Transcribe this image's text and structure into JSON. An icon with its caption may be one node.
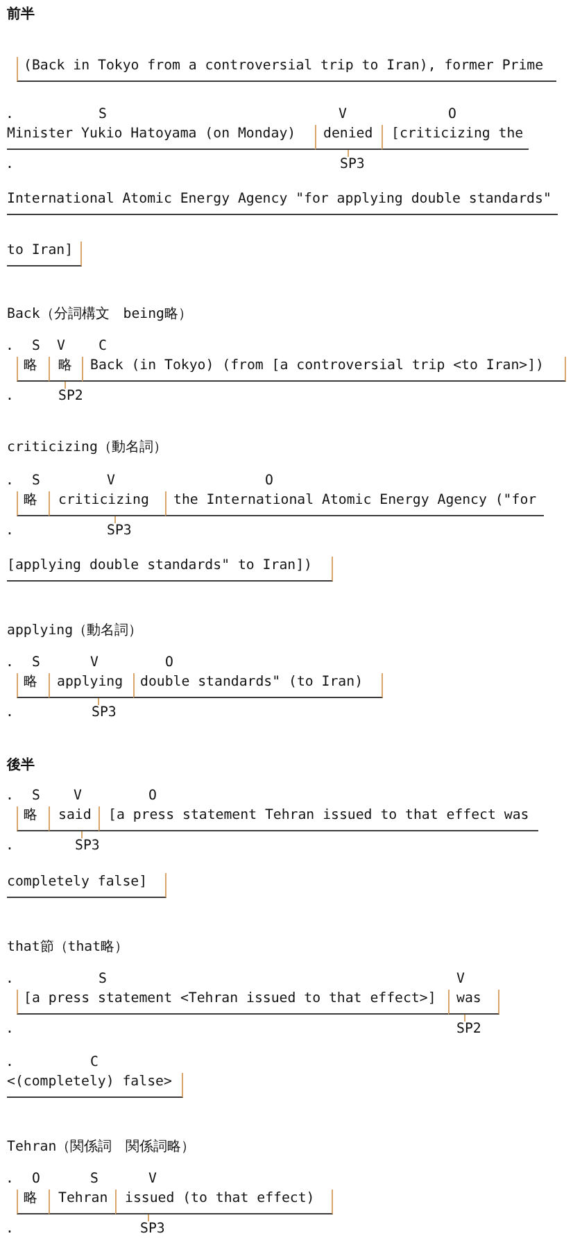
{
  "diagram": {
    "nodes": [
      {
        "text": [
          "(Back in Tokyo from a controversial trip to Iran), former Prime"
        ]
      },
      {
        "text": [
          "Minister Yukio Hatoyama (on Monday)"
        ],
        "beside": [
          "S"
        ]
      },
      {
        "text": [
          "denied"
        ],
        "beside": [
          "V"
        ]
      },
      {
        "text": [
          "[criticizing the"
        ],
        "beside": [
          "O"
        ]
      },
      {
        "text": [
          "SP3"
        ]
      },
      {
        "text": [
          "International Atomic Energy Agency \"for applying double standards\""
        ]
      },
      {
        "text": [
          "to Iran]"
        ]
      },
      {
        "text": [
          "略"
        ],
        "beside": [
          "S"
        ]
      },
      {
        "text": [
          "略"
        ],
        "beside": [
          "V"
        ]
      },
      {
        "text": [
          "Back (in Tokyo) (from [a controversial trip <to Iran>])"
        ],
        "beside": [
          "C"
        ]
      },
      {
        "text": [
          "SP2"
        ]
      },
      {
        "text": [
          "略"
        ],
        "beside": [
          "S"
        ]
      },
      {
        "text": [
          "criticizing"
        ],
        "beside": [
          "V"
        ]
      },
      {
        "text": [
          "the International Atomic Energy Agency (\"for"
        ],
        "beside": [
          "O"
        ]
      },
      {
        "text": [
          "SP3"
        ]
      },
      {
        "text": [
          "[applying double standards\" to Iran])"
        ]
      },
      {
        "text": [
          "略"
        ],
        "beside": [
          "S"
        ]
      },
      {
        "text": [
          "applying"
        ],
        "beside": [
          "V"
        ]
      },
      {
        "text": [
          "double standards\" (to Iran)"
        ],
        "beside": [
          "O"
        ]
      },
      {
        "text": [
          "SP3"
        ]
      },
      {
        "text": [
          "略"
        ],
        "beside": [
          "S"
        ]
      },
      {
        "text": [
          "said"
        ],
        "beside": [
          "V"
        ]
      },
      {
        "text": [
          "[a press statement Tehran issued to that effect was"
        ],
        "beside": [
          "O"
        ]
      },
      {
        "text": [
          "SP3"
        ]
      },
      {
        "text": [
          "completely false]"
        ]
      },
      {
        "text": [
          "[a press statement <Tehran issued to that effect>]"
        ],
        "beside": [
          "S"
        ]
      },
      {
        "text": [
          "was"
        ],
        "beside": [
          "V"
        ]
      },
      {
        "text": [
          "SP2"
        ]
      },
      {
        "text": [
          "<(completely) false>"
        ],
        "beside": [
          "C"
        ]
      },
      {
        "text": [
          "略"
        ],
        "beside": [
          "O"
        ]
      },
      {
        "text": [
          "Tehran"
        ],
        "beside": [
          "S"
        ]
      },
      {
        "text": [
          "issued (to that effect)"
        ],
        "beside": [
          "V"
        ]
      },
      {
        "text": [
          "SP3"
        ]
      }
    ],
    "edges": [
      {
        "from": 4,
        "to": 2,
        "arrow": "none"
      },
      {
        "from": 10,
        "to": 8,
        "arrow": "none"
      },
      {
        "from": 14,
        "to": 12,
        "arrow": "none"
      },
      {
        "from": 19,
        "to": 17,
        "arrow": "none"
      },
      {
        "from": 23,
        "to": 21,
        "arrow": "none"
      },
      {
        "from": 27,
        "to": 26,
        "arrow": "none"
      },
      {
        "from": 32,
        "to": 31,
        "arrow": "none"
      }
    ],
    "labels": [
      "前半",
      ".",
      ".",
      "Back（分詞構文　being略）",
      ".",
      ".",
      "criticizing（動名詞）",
      ".",
      ".",
      "applying（動名詞）",
      ".",
      ".",
      "後半",
      ".",
      ".",
      "that節（that略）",
      ".",
      ".",
      ".",
      "Tehran（関係詞　関係詞略）",
      ".",
      "."
    ]
  }
}
